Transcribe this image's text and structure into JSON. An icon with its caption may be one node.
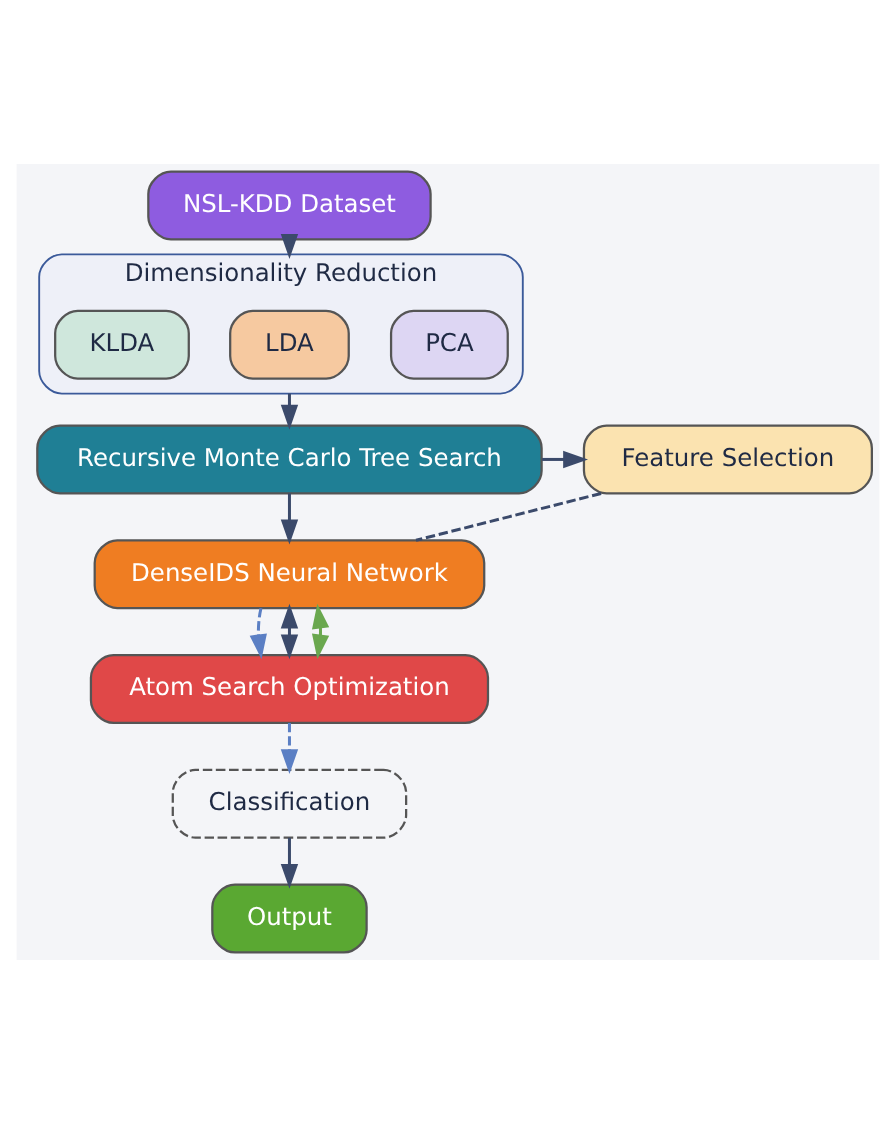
{
  "diagram": {
    "nodes": [
      {
        "text": [
          "NSL-KDD Dataset"
        ]
      },
      {
        "text": [
          "Dimensionality Reduction"
        ]
      },
      {
        "text": [
          "PCA"
        ],
        "in": 1
      },
      {
        "text": [
          "LDA"
        ],
        "in": 1
      },
      {
        "text": [
          "KLDA"
        ],
        "in": 1
      },
      {
        "text": [
          "Recursive Monte Carlo Tree Search"
        ]
      },
      {
        "text": [
          "Feature Selection"
        ]
      },
      {
        "text": [
          "DenseIDS Neural Network"
        ]
      },
      {
        "text": [
          "Atom Search Optimization"
        ]
      },
      {
        "text": [
          "Classification"
        ]
      },
      {
        "text": [
          "Output"
        ]
      }
    ],
    "edges": [
      {
        "from": 0,
        "to": 1,
        "arrow": "to"
      },
      {
        "from": 1,
        "to": 5,
        "arrow": "to"
      },
      {
        "from": 5,
        "to": 6,
        "arrow": "to"
      },
      {
        "from": 6,
        "to": 7,
        "arrow": "none",
        "style": "dashed"
      },
      {
        "from": 5,
        "to": 7,
        "arrow": "to"
      },
      {
        "from": 7,
        "to": 8,
        "arrow": "to",
        "style": "dashed",
        "color": "#5b7fc4"
      },
      {
        "from": 7,
        "to": 8,
        "arrow": "both"
      },
      {
        "from": 8,
        "to": 7,
        "arrow": "both",
        "color": "#6aa84f"
      },
      {
        "from": 8,
        "to": 9,
        "arrow": "to",
        "style": "dashed",
        "color": "#5b7fc4"
      },
      {
        "from": 9,
        "to": 10,
        "arrow": "to"
      }
    ]
  }
}
